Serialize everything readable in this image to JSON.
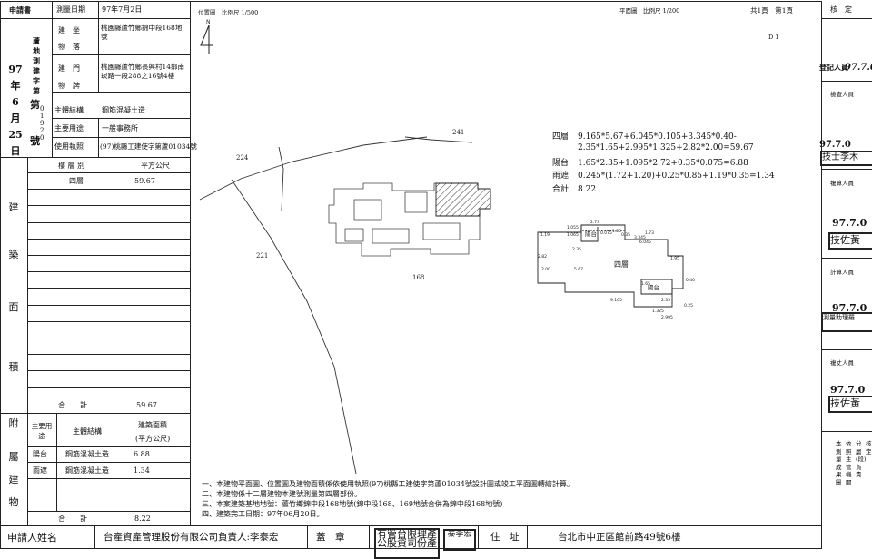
{
  "left_header": {
    "applicant_label": "申請書",
    "survey_date_label": "測量日期",
    "survey_date": "97年7月2日",
    "location_label": "建　坐",
    "location_sub": "物　落",
    "location_value": "桃園縣蘆竹鄉錦中段168地號",
    "address_label": "建　門",
    "address_sub": "物　牌",
    "address_value": "桃園縣蘆竹鄉長興村14鄰南崁路一段288之16號4樓",
    "structure_label": "主體結構",
    "structure_value": "鋼筋混凝土造",
    "use_label": "主要用途",
    "use_value": "一般事務所",
    "permit_label": "使用執照",
    "permit_value": "(97)桃縣工建使字第蘆01034號",
    "vert_title": "蘆地測建字第",
    "serial": "01920",
    "date_col": [
      "97",
      "年",
      "6",
      "月",
      "25",
      "日"
    ],
    "date_chars": [
      "第",
      "號"
    ]
  },
  "area_table": {
    "section_chars": [
      "建",
      "築",
      "面",
      "積"
    ],
    "col_floor": "樓 層 別",
    "col_area": "平方公尺",
    "rows": [
      {
        "floor": "四層",
        "area": "59.67"
      }
    ],
    "total_label": "合　　計",
    "total_value": "59.67"
  },
  "annex_table": {
    "section_chars": [
      "附",
      "屬",
      "建",
      "物"
    ],
    "col_use": "主要用途",
    "col_struct": "主體結構",
    "col_area_a": "建築面積",
    "col_area_b": "(平方公尺)",
    "rows": [
      {
        "use": "陽台",
        "struct": "鋼筋混凝土造",
        "area": "6.88"
      },
      {
        "use": "雨遮",
        "struct": "鋼筋混凝土造",
        "area": "1.34"
      }
    ],
    "total_label": "合　　計",
    "total_value": "8.22"
  },
  "footer": {
    "applicant_label": "申請人姓名",
    "applicant_value": "台產資產管理股份有限公司負責人:李泰宏",
    "seal_label": "蓋　章",
    "seal_text": "有管台限理產公股資司份產",
    "seal_small": "泰李宏",
    "address_label": "住　址",
    "address_value": "台北市中正區館前路49號6樓"
  },
  "plan": {
    "site_title": "位置圖　比例尺 1/500",
    "floor_title": "平面圖　比例尺 1/200",
    "page_info": "共1頁　第1頁",
    "d1": "D 1",
    "north": "N",
    "lot_224": "224",
    "lot_241": "241",
    "lot_221": "221",
    "lot_168": "168",
    "floor_label": "四層",
    "balcony_label": "陽台",
    "balcony_label_2": "陽台",
    "dims": [
      "2.73",
      "1.19",
      "1.055",
      "1.065",
      "0.075",
      "1.20",
      "0.35",
      "1.73",
      "3.345",
      "6.045",
      "2.35",
      "2.82",
      "2.00",
      "5.67",
      "1.65",
      "0.40",
      "2.35",
      "9.165",
      "1.95",
      "1.325",
      "2.995",
      "0.25"
    ]
  },
  "formulas": {
    "floor4_label": "四層",
    "floor4_line1": "9.165*5.67+6.045*0.105+3.345*0.40-",
    "floor4_line2": "2.35*1.65+2.995*1.325+2.82*2.00=59.67",
    "balcony_label": "陽台",
    "balcony_value": "1.65*2.35+1.095*2.72+0.35*0.075=6.88",
    "canopy_label": "雨遮",
    "canopy_value": "0.245*(1.72+1.20)+0.25*0.85+1.19*0.35=1.34",
    "total_label": "合計",
    "total_value": "8.22"
  },
  "notes": [
    "一、本建物平面圖、位置圖及建物面積係依使用執照(97)桃縣工建使字第蘆01034號設計圖或竣工平面圖轉繪計算。",
    "二、本建物係十二層建物本建號測量第四層部份。",
    "三、本案建築基地地號：蘆竹鄉錦中段168地號(錦中段168、169地號合併為錦中段168地號)",
    "四、建築完工日期：97年06月20日。"
  ],
  "right_panel": {
    "title": "核　定",
    "entries": [
      {
        "role": "登記人員",
        "date": "97.7.0",
        "stamp": ""
      },
      {
        "role": "檢查人員",
        "date": "97.7.0",
        "stamp": "技士李木"
      },
      {
        "role": "複算人員",
        "date": "97.7.0",
        "stamp": "技佐黃"
      },
      {
        "role": "計算人員",
        "date": "97.7.0",
        "stamp": "測量助理羅"
      },
      {
        "role": "複丈人員",
        "date": "97.7.0",
        "stamp": "技佐黃"
      }
    ],
    "note_cols": [
      "本測量成果圖",
      "依照主管機關",
      "分層(段)負責",
      "核定"
    ]
  }
}
